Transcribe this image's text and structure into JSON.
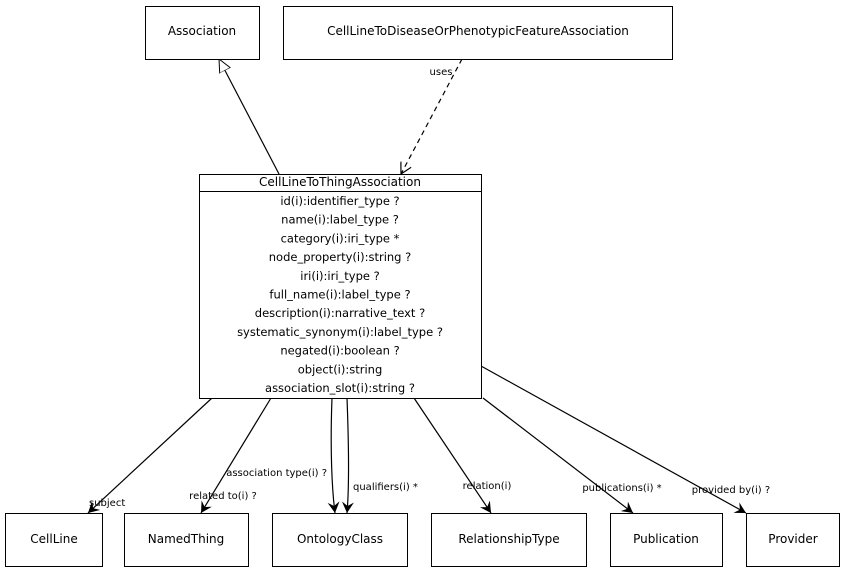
{
  "classes": {
    "association": "Association",
    "cell_line_to_disease": "CellLineToDiseaseOrPhenotypicFeatureAssociation",
    "main": "CellLineToThingAssociation",
    "cell_line": "CellLine",
    "named_thing": "NamedThing",
    "ontology_class": "OntologyClass",
    "relationship_type": "RelationshipType",
    "publication": "Publication",
    "provider": "Provider"
  },
  "attributes": [
    "id(i):identifier_type ?",
    "name(i):label_type ?",
    "category(i):iri_type *",
    "node_property(i):string ?",
    "iri(i):iri_type ?",
    "full_name(i):label_type ?",
    "description(i):narrative_text ?",
    "systematic_synonym(i):label_type ?",
    "negated(i):boolean ?",
    "object(i):string",
    "association_slot(i):string ?"
  ],
  "edge_labels": {
    "uses": "uses",
    "subject": "subject",
    "related_to": "related to(i) ?",
    "association_type": "association type(i) ?",
    "qualifiers": "qualifiers(i) *",
    "relation": "relation(i)",
    "publications": "publications(i) *",
    "provided_by": "provided by(i) ?"
  }
}
